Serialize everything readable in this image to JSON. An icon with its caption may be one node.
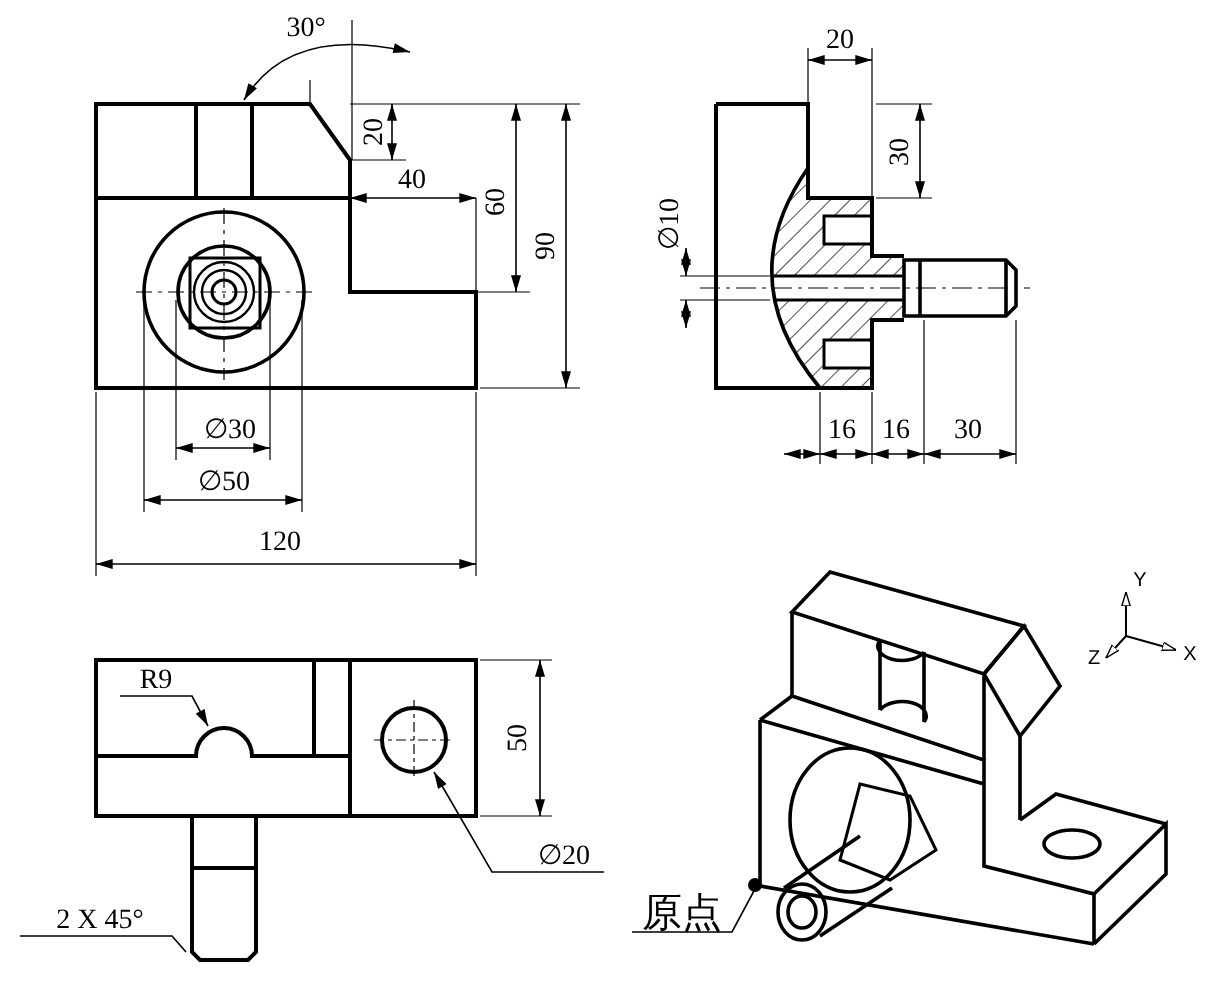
{
  "diagram": {
    "nodes": [
      {
        "text": [
          "R9"
        ]
      },
      {
        "text": [
          "∅20"
        ]
      },
      {
        "text": [
          "2 X 45°"
        ]
      },
      {
        "text": [
          "原点"
        ]
      },
      {
        "text": [],
        "shape": "circle"
      }
    ],
    "edges": [
      {
        "from": 0,
        "to": null,
        "arrow": "to"
      },
      {
        "from": 1,
        "to": null,
        "arrow": "to"
      },
      {
        "from": 2,
        "to": null,
        "arrow": "none"
      },
      {
        "from": 3,
        "to": 4,
        "arrow": "none"
      }
    ],
    "labels": [
      "30°",
      "20",
      "40",
      "60",
      "90",
      "∅30",
      "∅50",
      "120",
      "20",
      "30",
      "∅10",
      "16",
      "16",
      "30",
      "50",
      "Y",
      "Z",
      "X"
    ]
  }
}
